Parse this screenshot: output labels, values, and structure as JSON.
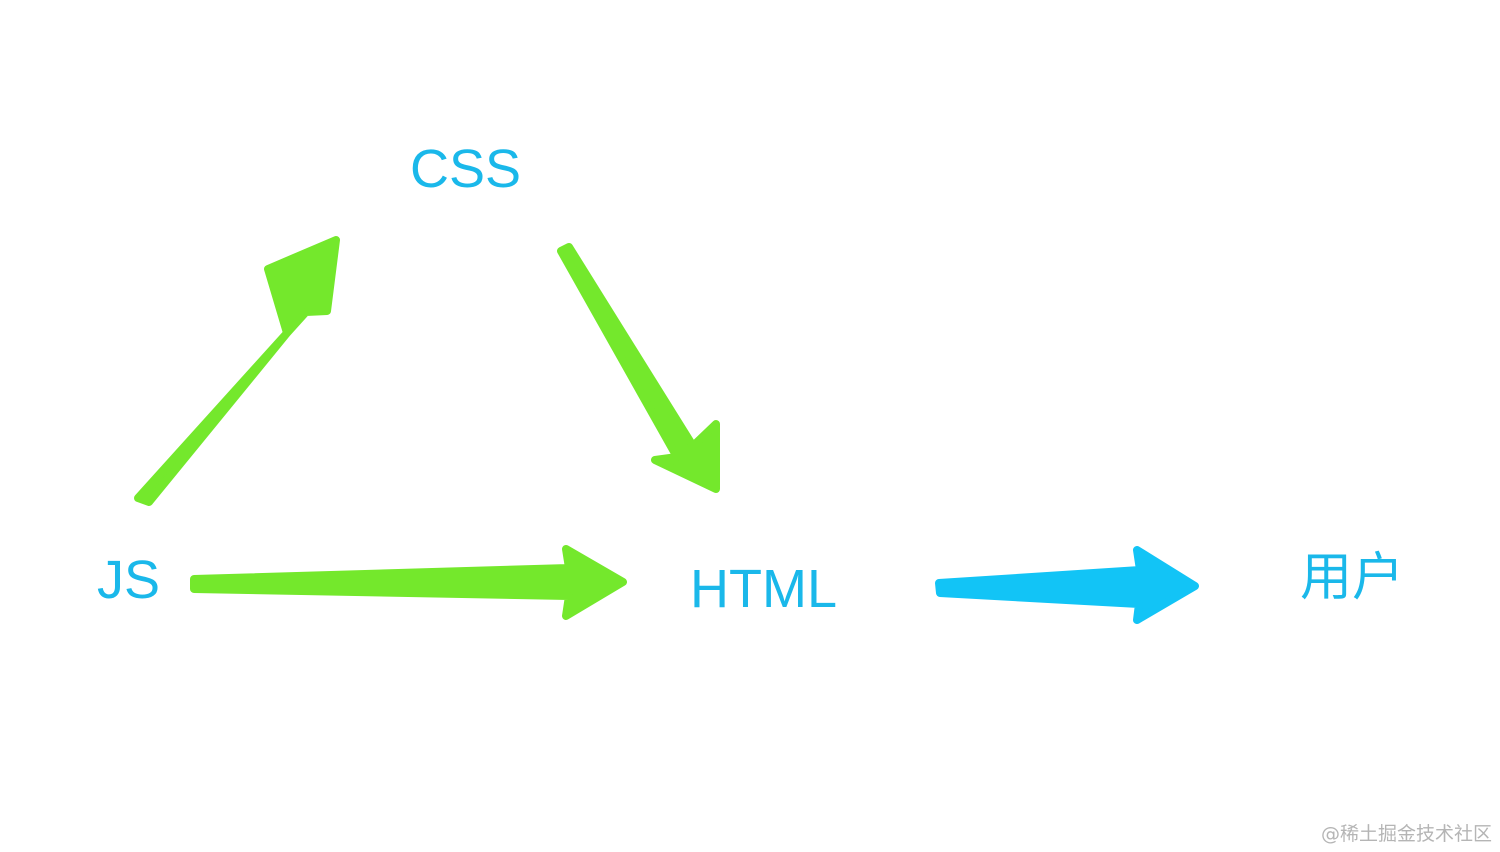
{
  "diagram": {
    "nodes": [
      {
        "id": "css",
        "label": "CSS"
      },
      {
        "id": "js",
        "label": "JS"
      },
      {
        "id": "html",
        "label": "HTML"
      },
      {
        "id": "user",
        "label": "用户"
      }
    ],
    "edges": [
      {
        "from": "js",
        "to": "css"
      },
      {
        "from": "css",
        "to": "html"
      },
      {
        "from": "js",
        "to": "html"
      },
      {
        "from": "html",
        "to": "user"
      }
    ]
  },
  "colors": {
    "label_text": "#1ab8ea",
    "arrow_green": "#74e82c",
    "arrow_blue": "#12c4f6",
    "background": "#ffffff"
  },
  "watermark": {
    "text": "@稀土掘金技术社区"
  }
}
